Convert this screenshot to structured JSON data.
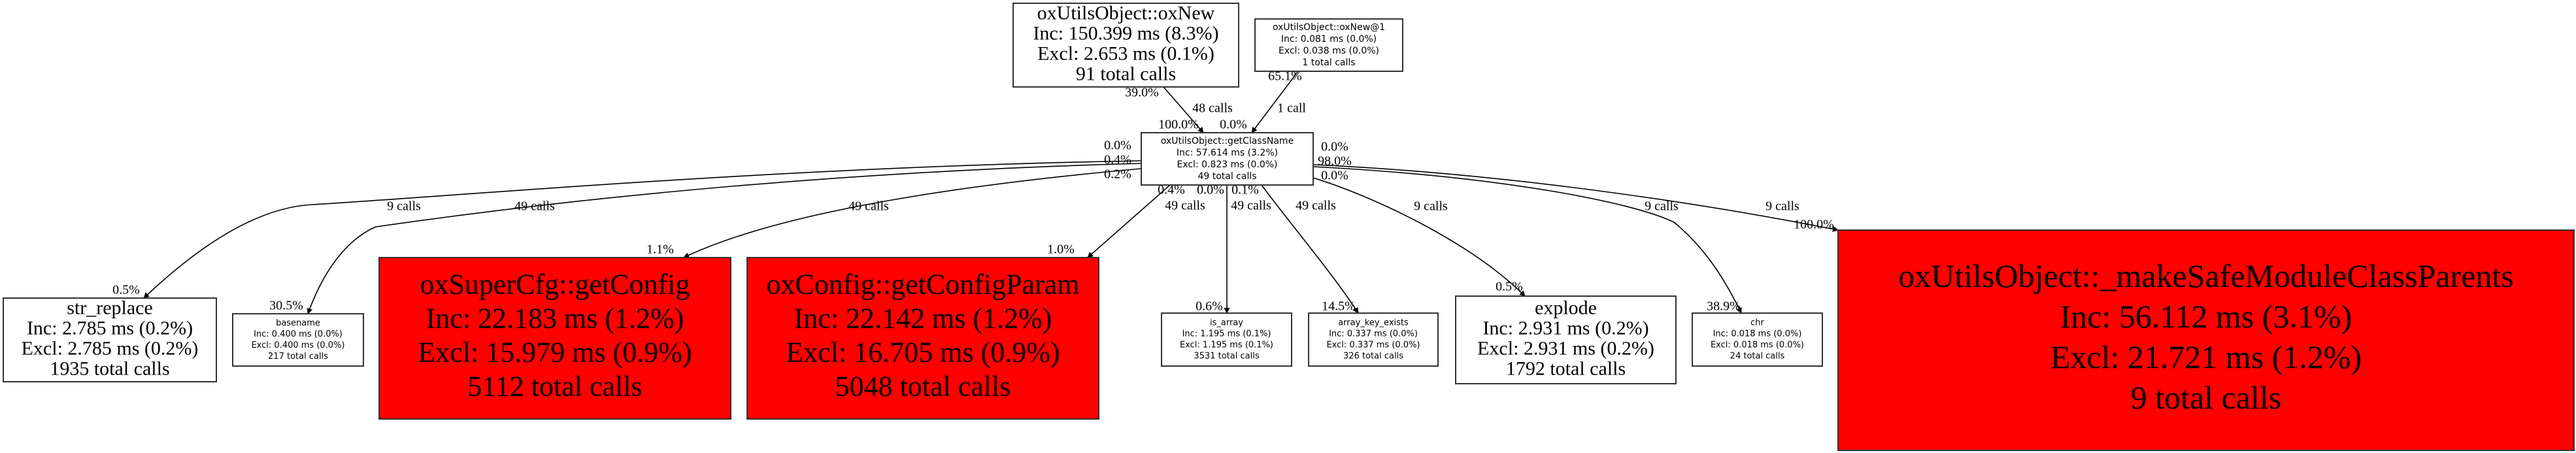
{
  "colors": {
    "hot": "#ff0000",
    "normal": "#ffffff",
    "edge": "#000000"
  },
  "nodes": {
    "oxNew": {
      "name": "oxUtilsObject::oxNew",
      "inc": "Inc: 150.399 ms (8.3%)",
      "excl": "Excl: 2.653 ms (0.1%)",
      "calls": "91 total calls"
    },
    "oxNew1": {
      "name": "oxUtilsObject::oxNew@1",
      "inc": "Inc: 0.081 ms (0.0%)",
      "excl": "Excl: 0.038 ms (0.0%)",
      "calls": "1 total calls"
    },
    "getClassName": {
      "name": "oxUtilsObject::getClassName",
      "inc": "Inc: 57.614 ms (3.2%)",
      "excl": "Excl: 0.823 ms (0.0%)",
      "calls": "49 total calls"
    },
    "str_replace": {
      "name": "str_replace",
      "inc": "Inc: 2.785 ms (0.2%)",
      "excl": "Excl: 2.785 ms (0.2%)",
      "calls": "1935 total calls"
    },
    "basename": {
      "name": "basename",
      "inc": "Inc: 0.400 ms (0.0%)",
      "excl": "Excl: 0.400 ms (0.0%)",
      "calls": "217 total calls"
    },
    "getConfig": {
      "name": "oxSuperCfg::getConfig",
      "inc": "Inc: 22.183 ms (1.2%)",
      "excl": "Excl: 15.979 ms (0.9%)",
      "calls": "5112 total calls"
    },
    "getConfigParam": {
      "name": "oxConfig::getConfigParam",
      "inc": "Inc: 22.142 ms (1.2%)",
      "excl": "Excl: 16.705 ms (0.9%)",
      "calls": "5048 total calls"
    },
    "is_array": {
      "name": "is_array",
      "inc": "Inc: 1.195 ms (0.1%)",
      "excl": "Excl: 1.195 ms (0.1%)",
      "calls": "3531 total calls"
    },
    "array_key_exists": {
      "name": "array_key_exists",
      "inc": "Inc: 0.337 ms (0.0%)",
      "excl": "Excl: 0.337 ms (0.0%)",
      "calls": "326 total calls"
    },
    "explode": {
      "name": "explode",
      "inc": "Inc: 2.931 ms (0.2%)",
      "excl": "Excl: 2.931 ms (0.2%)",
      "calls": "1792 total calls"
    },
    "chr": {
      "name": "chr",
      "inc": "Inc: 0.018 ms (0.0%)",
      "excl": "Excl: 0.018 ms (0.0%)",
      "calls": "24 total calls"
    },
    "makeSafe": {
      "name": "oxUtilsObject::_makeSafeModuleClassParents",
      "inc": "Inc: 56.112 ms (3.1%)",
      "excl": "Excl: 21.721 ms (1.2%)",
      "calls": "9 total calls"
    }
  },
  "edges": [
    {
      "from": "oxNew",
      "to": "getClassName",
      "calls": "48 calls",
      "tail_pct": "39.0%",
      "head_pct": "100.0%"
    },
    {
      "from": "oxNew1",
      "to": "getClassName",
      "calls": "1 call",
      "tail_pct": "65.1%",
      "head_pct": "0.0%"
    },
    {
      "from": "getClassName",
      "to": "str_replace",
      "calls": "9 calls",
      "tail_pct": "0.0%",
      "head_pct": "0.5%"
    },
    {
      "from": "getClassName",
      "to": "basename",
      "calls": "49 calls",
      "tail_pct": "0.4%",
      "head_pct": "30.5%"
    },
    {
      "from": "getClassName",
      "to": "getConfig",
      "calls": "49 calls",
      "tail_pct": "0.2%",
      "head_pct": "1.1%"
    },
    {
      "from": "getClassName",
      "to": "getConfigParam",
      "calls": "49 calls",
      "tail_pct": "0.4%",
      "head_pct": "1.0%"
    },
    {
      "from": "getClassName",
      "to": "is_array",
      "calls": "49 calls",
      "tail_pct": "0.0%",
      "head_pct": "0.6%"
    },
    {
      "from": "getClassName",
      "to": "array_key_exists",
      "calls": "49 calls",
      "tail_pct": "0.1%",
      "head_pct": "14.5%"
    },
    {
      "from": "getClassName",
      "to": "explode",
      "calls": "9 calls",
      "tail_pct": "0.0%",
      "head_pct": "0.5%"
    },
    {
      "from": "getClassName",
      "to": "chr",
      "calls": "9 calls",
      "tail_pct": "0.0%",
      "head_pct": "38.9%"
    },
    {
      "from": "getClassName",
      "to": "makeSafe",
      "calls": "9 calls",
      "tail_pct": "98.0%",
      "head_pct": "100.0%"
    }
  ]
}
